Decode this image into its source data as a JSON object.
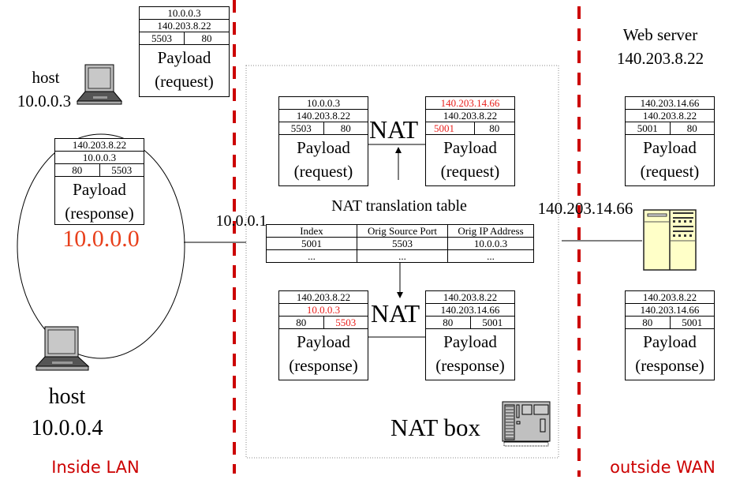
{
  "colors": {
    "boundary_dash": "#cc0000",
    "region_label": "#cc0000",
    "translated_field": "#e8201c",
    "lan_network": "#e8401c",
    "server_fill": "#ffffc8"
  },
  "regions": {
    "inside": "Inside LAN",
    "outside": "outside WAN",
    "nat_box": "NAT box"
  },
  "hosts": {
    "host_a": {
      "label": "host",
      "ip": "10.0.0.3",
      "icon": "laptop-icon"
    },
    "host_b": {
      "label": "host",
      "ip": "10.0.0.4",
      "icon": "laptop-icon"
    },
    "lan_network": "10.0.0.0",
    "router_inside_ip": "10.0.0.1",
    "router_outside_ip": "140.203.14.66",
    "web_server": {
      "label": "Web server",
      "ip": "140.203.8.22",
      "icon": "server-icon"
    }
  },
  "nat_labels": {
    "top": "NAT",
    "bottom": "NAT"
  },
  "packets": {
    "lan_request": {
      "src": "10.0.0.3",
      "dst": "140.203.8.22",
      "sport": "5503",
      "dport": "80",
      "payload1": "Payload",
      "payload2": "(request)"
    },
    "lan_response": {
      "src": "140.203.8.22",
      "dst": "10.0.0.3",
      "sport": "80",
      "dport": "5503",
      "payload1": "Payload",
      "payload2": "(response)"
    },
    "nat_req_in": {
      "src": "10.0.0.3",
      "dst": "140.203.8.22",
      "sport": "5503",
      "dport": "80",
      "payload1": "Payload",
      "payload2": "(request)"
    },
    "nat_req_out": {
      "src": "140.203.14.66",
      "dst": "140.203.8.22",
      "sport": "5001",
      "dport": "80",
      "payload1": "Payload",
      "payload2": "(request)"
    },
    "nat_resp_out": {
      "src": "140.203.8.22",
      "dst": "10.0.0.3",
      "sport": "80",
      "dport": "5503",
      "payload1": "Payload",
      "payload2": "(response)"
    },
    "nat_resp_in": {
      "src": "140.203.8.22",
      "dst": "140.203.14.66",
      "sport": "80",
      "dport": "5001",
      "payload1": "Payload",
      "payload2": "(response)"
    },
    "wan_request": {
      "src": "140.203.14.66",
      "dst": "140.203.8.22",
      "sport": "5001",
      "dport": "80",
      "payload1": "Payload",
      "payload2": "(request)"
    },
    "wan_response": {
      "src": "140.203.8.22",
      "dst": "140.203.14.66",
      "sport": "80",
      "dport": "5001",
      "payload1": "Payload",
      "payload2": "(response)"
    }
  },
  "translation_table": {
    "title": "NAT translation table",
    "headers": [
      "Index",
      "Orig Source Port",
      "Orig IP Address"
    ],
    "rows": [
      [
        "5001",
        "5503",
        "10.0.0.3"
      ],
      [
        "...",
        "...",
        "..."
      ]
    ]
  },
  "icons": {
    "nat_device": "nat-device-icon"
  }
}
